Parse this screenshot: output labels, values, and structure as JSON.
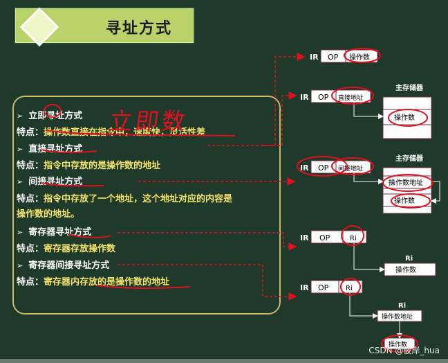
{
  "title": "寻址方式",
  "items": [
    {
      "heading": "立即寻址方式",
      "label": "特点：",
      "text": "操作数直接在指令中，速度快，灵活性差"
    },
    {
      "heading": "直接寻址方式",
      "label": "特点：",
      "text": "指令中存放的是操作数的地址"
    },
    {
      "heading": "间接寻址方式",
      "label": "特点：",
      "text": "指令中存放了一个地址，这个地址对应的内容是",
      "text2": "操作数的地址。"
    },
    {
      "heading": "寄存器寻址方式",
      "label": "特点：",
      "text": "寄存器存放操作数"
    },
    {
      "heading": "寄存器间接寻址方式",
      "label": "特点：",
      "text": "寄存器内存放的是操作数的地址"
    }
  ],
  "handwriting": "立即数",
  "diagrams": {
    "ir": "IR",
    "op": "OP",
    "operand": "操作数",
    "direct_addr": "直接地址",
    "indirect_addr": "间接地址",
    "operand_addr": "操作数地址",
    "main_memory": "主存储器",
    "ri": "Ri"
  },
  "watermark": "CSDN @彼岸_hua",
  "colors": {
    "background": "#1f3a2a",
    "title_bar": "#b9d36a",
    "panel_border": "#cdb86a",
    "desc_text": "#f2e36b",
    "annotation_red": "#e01020",
    "box_fill": "#ffffff",
    "box_line": "#7a2a3a"
  }
}
